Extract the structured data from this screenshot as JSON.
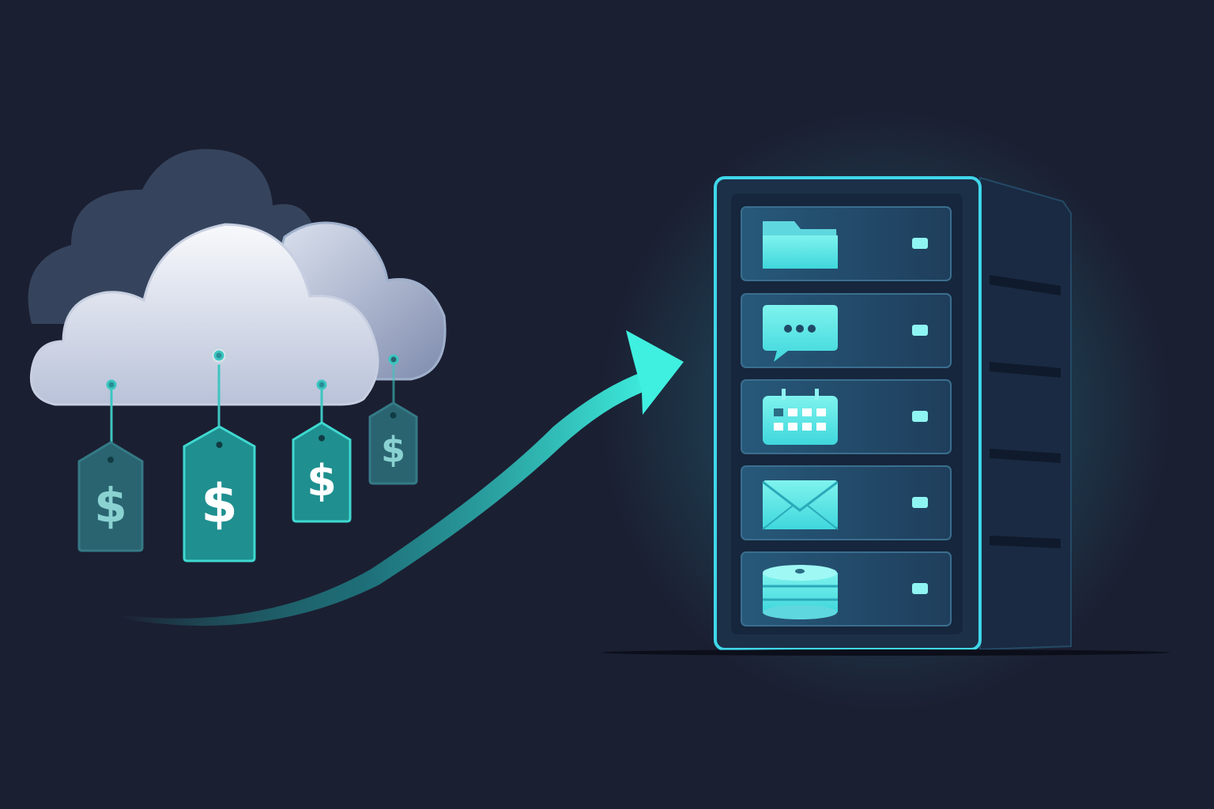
{
  "colors": {
    "background": "#1b1f32",
    "accent": "#3fe6e0",
    "tag_bright": "#1f8f8f",
    "tag_dim": "#2a6470",
    "server_body": "#1d3550",
    "server_edge": "#34c9e0",
    "cloud_light": "#eef1f8",
    "cloud_shadow": "#8a96b6"
  },
  "price_tags": [
    {
      "label": "$",
      "emphasis": "dim"
    },
    {
      "label": "$",
      "emphasis": "bright"
    },
    {
      "label": "$",
      "emphasis": "bright"
    },
    {
      "label": "$",
      "emphasis": "dim"
    }
  ],
  "server": {
    "slots": [
      {
        "icon": "folder-icon"
      },
      {
        "icon": "chat-bubble-icon"
      },
      {
        "icon": "calendar-icon"
      },
      {
        "icon": "mail-icon"
      },
      {
        "icon": "database-icon"
      }
    ]
  },
  "arrow": {
    "direction": "cloud-to-server"
  }
}
